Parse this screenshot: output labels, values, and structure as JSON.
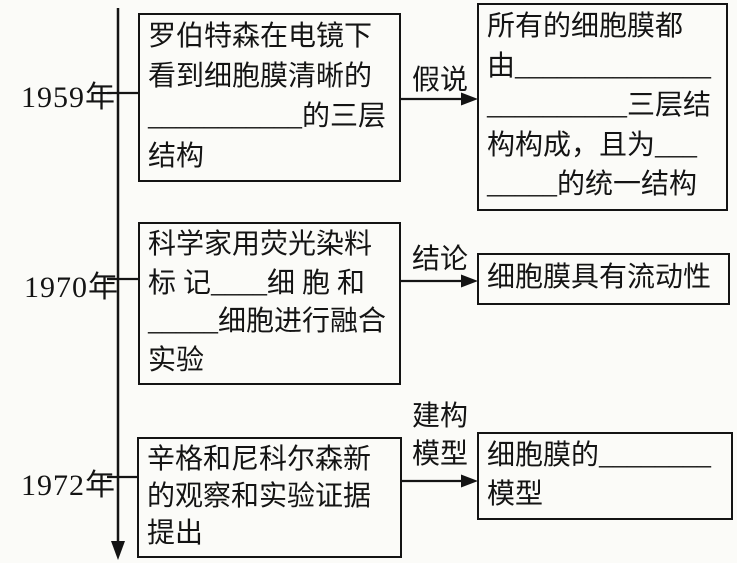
{
  "colors": {
    "ink": "#141414",
    "background": "#fbfbf8"
  },
  "timeline": {
    "years": [
      {
        "label": "1959年"
      },
      {
        "label": "1970年"
      },
      {
        "label": "1972年"
      }
    ]
  },
  "boxes": {
    "observation_1959": {
      "lines": [
        "罗伯特森在电镜下",
        "看到细胞膜清晰的",
        "___________的三层",
        "结构"
      ]
    },
    "hypothesis_1959": {
      "lines": [
        "所有的细胞膜都",
        "由______________",
        "__________三层结",
        "构构成，且为___",
        "_____的统一结构"
      ]
    },
    "experiment_1970": {
      "lines": [
        "科学家用荧光染料",
        "标 记____细 胞 和",
        "_____细胞进行融合",
        "实验"
      ]
    },
    "conclusion_1970": {
      "lines": [
        "细胞膜具有流动性"
      ]
    },
    "evidence_1972": {
      "lines": [
        "辛格和尼科尔森新",
        "的观察和实验证据",
        "提出"
      ]
    },
    "model_1972": {
      "lines": [
        "细胞膜的________",
        "模型"
      ]
    }
  },
  "arrow_labels": {
    "hypothesis": "假说",
    "conclusion": "结论",
    "build_model": [
      "建构",
      "模型"
    ]
  }
}
